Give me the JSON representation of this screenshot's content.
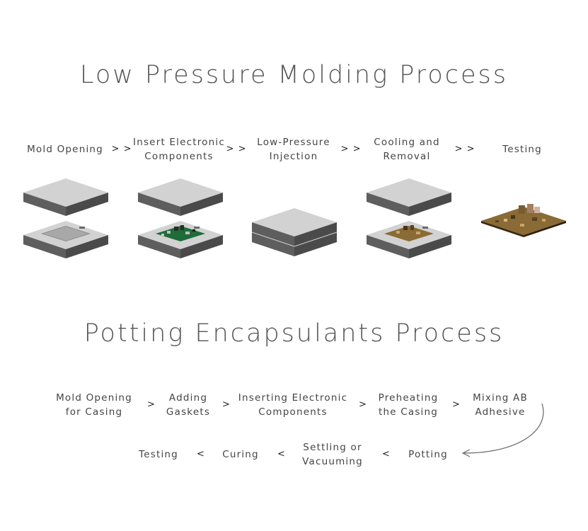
{
  "lpm": {
    "title": "Low Pressure Molding Process",
    "steps": [
      {
        "line1": "Mold Opening",
        "line2": ""
      },
      {
        "line1": "Insert Electronic",
        "line2": "Components"
      },
      {
        "line1": "Low-Pressure",
        "line2": "Injection"
      },
      {
        "line1": "Cooling and",
        "line2": "Removal"
      },
      {
        "line1": "Testing",
        "line2": ""
      }
    ],
    "arrow": "> >"
  },
  "potting": {
    "title": "Potting Encapsulants Process",
    "row1": [
      {
        "line1": "Mold Opening",
        "line2": "for Casing"
      },
      {
        "line1": "Adding",
        "line2": "Gaskets"
      },
      {
        "line1": "Inserting Electronic",
        "line2": "Components"
      },
      {
        "line1": "Preheating",
        "line2": "the Casing"
      },
      {
        "line1": "Mixing AB",
        "line2": "Adhesive"
      }
    ],
    "row2": [
      {
        "line1": "Testing",
        "line2": ""
      },
      {
        "line1": "Curing",
        "line2": ""
      },
      {
        "line1": "Settling or",
        "line2": "Vacuuming"
      },
      {
        "line1": "Potting",
        "line2": ""
      }
    ],
    "arrow_forward": ">",
    "arrow_back": "<"
  },
  "colors": {
    "mold_top": "#d2d2d2",
    "mold_side_left": "#5e5e5e",
    "mold_side_right": "#4a4a4a",
    "pcb_green": "#1f6b3a",
    "pcb_brown": "#8a6a35"
  }
}
